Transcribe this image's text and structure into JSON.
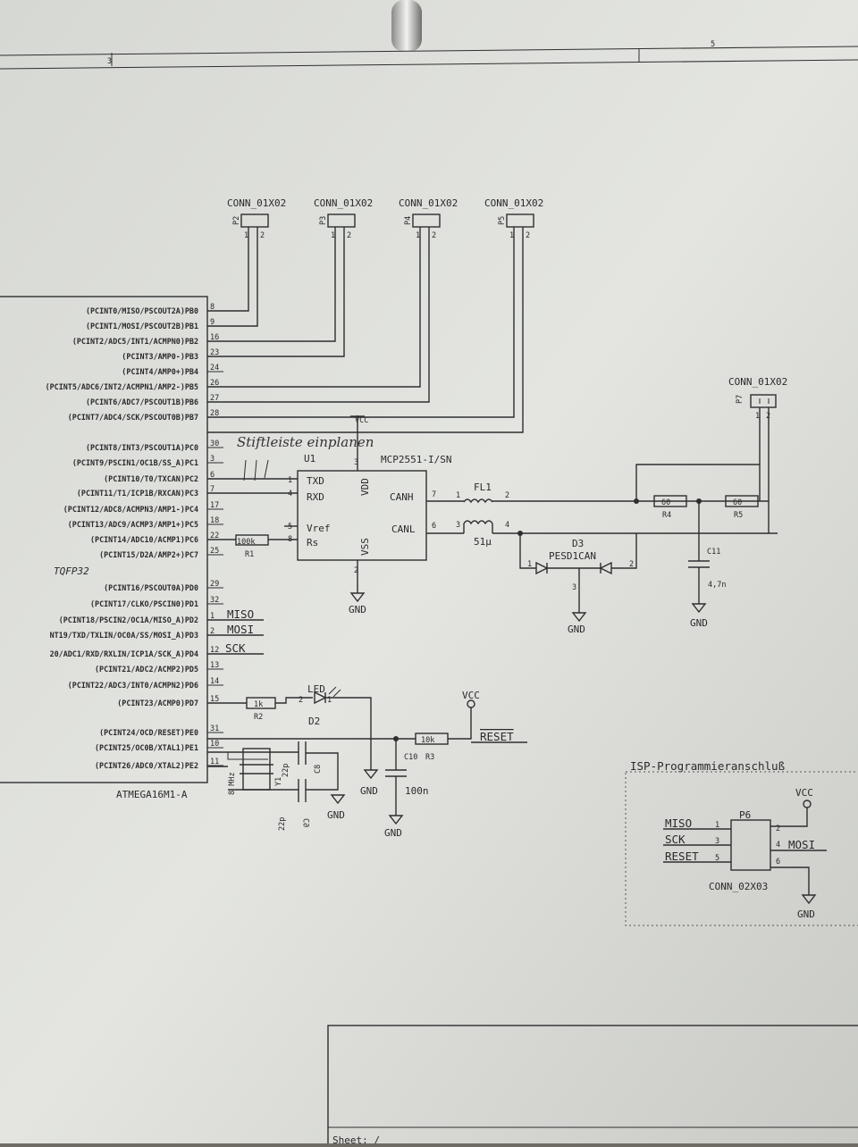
{
  "frame": {
    "col_3": "3",
    "col_5": "5"
  },
  "connectors": [
    {
      "type": "CONN_01X02",
      "ref": "P2",
      "pin1": "1",
      "pin2": "2"
    },
    {
      "type": "CONN_01X02",
      "ref": "P3",
      "pin1": "1",
      "pin2": "2"
    },
    {
      "type": "CONN_01X02",
      "ref": "P4",
      "pin1": "1",
      "pin2": "2"
    },
    {
      "type": "CONN_01X02",
      "ref": "P5",
      "pin1": "1",
      "pin2": "2"
    },
    {
      "type": "CONN_01X02",
      "ref": "P7",
      "pin1": "1",
      "pin2": "2"
    }
  ],
  "mcu": {
    "part": "ATMEGA16M1-A",
    "package": "TQFP32",
    "pins": [
      {
        "name": "(PCINT0/MISO/PSCOUT2A)PB0",
        "num": "8"
      },
      {
        "name": "(PCINT1/MOSI/PSCOUT2B)PB1",
        "num": "9"
      },
      {
        "name": "(PCINT2/ADC5/INT1/ACMPN0)PB2",
        "num": "16"
      },
      {
        "name": "(PCINT3/AMP0-)PB3",
        "num": "23"
      },
      {
        "name": "(PCINT4/AMP0+)PB4",
        "num": "24"
      },
      {
        "name": "(PCINT5/ADC6/INT2/ACMPN1/AMP2-)PB5",
        "num": "26"
      },
      {
        "name": "(PCINT6/ADC7/PSCOUT1B)PB6",
        "num": "27"
      },
      {
        "name": "(PCINT7/ADC4/SCK/PSCOUT0B)PB7",
        "num": "28"
      },
      {
        "name": "(PCINT8/INT3/PSCOUT1A)PC0",
        "num": "30"
      },
      {
        "name": "(PCINT9/PSCIN1/OC1B/SS_A)PC1",
        "num": "3"
      },
      {
        "name": "(PCINT10/T0/TXCAN)PC2",
        "num": "6"
      },
      {
        "name": "(PCINT11/T1/ICP1B/RXCAN)PC3",
        "num": "7"
      },
      {
        "name": "(PCINT12/ADC8/ACMPN3/AMP1-)PC4",
        "num": "17"
      },
      {
        "name": "(PCINT13/ADC9/ACMP3/AMP1+)PC5",
        "num": "18"
      },
      {
        "name": "(PCINT14/ADC10/ACMP1)PC6",
        "num": "22"
      },
      {
        "name": "(PCINT15/D2A/AMP2+)PC7",
        "num": "25"
      },
      {
        "name": "(PCINT16/PSCOUT0A)PD0",
        "num": "29"
      },
      {
        "name": "(PCINT17/CLKO/PSCIN0)PD1",
        "num": "32"
      },
      {
        "name": "(PCINT18/PSCIN2/OC1A/MISO_A)PD2",
        "num": "1"
      },
      {
        "name": "NT19/TXD/TXLIN/OC0A/SS/MOSI_A)PD3",
        "num": "2"
      },
      {
        "name": "20/ADC1/RXD/RXLIN/ICP1A/SCK_A)PD4",
        "num": "12"
      },
      {
        "name": "(PCINT21/ADC2/ACMP2)PD5",
        "num": "13"
      },
      {
        "name": "(PCINT22/ADC3/INT0/ACMPN2)PD6",
        "num": "14"
      },
      {
        "name": "(PCINT23/ACMP0)PD7",
        "num": "15"
      },
      {
        "name": "(PCINT24/OCD/RESET)PE0",
        "num": "31"
      },
      {
        "name": "(PCINT25/OC0B/XTAL1)PE1",
        "num": "10"
      },
      {
        "name": "(PCINT26/ADC0/XTAL2)PE2",
        "num": "11"
      }
    ]
  },
  "nets": {
    "miso": "MISO",
    "mosi": "MOSI",
    "sck": "SCK",
    "reset": "RESET",
    "vcc": "VCC",
    "gnd": "GND"
  },
  "handwriting": "Stiftleiste einplanen",
  "u1": {
    "ref": "U1",
    "part": "MCP2551-I/SN",
    "txd": "TXD",
    "rxd": "RXD",
    "vref": "Vref",
    "rs": "Rs",
    "vdd": "VDD",
    "vss": "VSS",
    "canh": "CANH",
    "canl": "CANL",
    "pin_txd": "1",
    "pin_rxd": "4",
    "pin_vref": "5",
    "pin_rs": "8",
    "pin_vdd": "3",
    "pin_vss": "2",
    "pin_canh": "7",
    "pin_canl": "6"
  },
  "fl1": {
    "ref": "FL1",
    "value": "51µ",
    "p1": "1",
    "p2": "2",
    "p3": "3",
    "p4": "4"
  },
  "r1": {
    "ref": "R1",
    "value": "100k"
  },
  "r2": {
    "ref": "R2",
    "value": "1k"
  },
  "r3": {
    "ref": "R3",
    "value": "10k"
  },
  "r4": {
    "ref": "R4",
    "value": "60"
  },
  "r5": {
    "ref": "R5",
    "value": "60"
  },
  "c10": {
    "ref": "C10",
    "value": "100n"
  },
  "c11": {
    "ref": "C11",
    "value": "4,7n"
  },
  "c8": {
    "ref": "C8",
    "value": "22p"
  },
  "c9": {
    "ref": "C9",
    "value": "22p"
  },
  "y1": {
    "ref": "Y1",
    "value": "8 MHz"
  },
  "d2": {
    "ref": "D2",
    "value": "LED",
    "pin2": "2",
    "pin1": "1"
  },
  "d3": {
    "ref": "D3",
    "value": "PESD1CAN",
    "p1": "1",
    "p2": "2",
    "p3": "3"
  },
  "isp": {
    "title": "ISP-Programmieranschluß",
    "ref": "P6",
    "type": "CONN_02X03",
    "miso": "MISO",
    "sck": "SCK",
    "reset": "RESET",
    "mosi": "MOSI",
    "pin1": "1",
    "pin2": "2",
    "pin3": "3",
    "pin4": "4",
    "pin5": "5",
    "pin6": "6"
  },
  "titleblock": {
    "sheet": "Sheet: /"
  }
}
